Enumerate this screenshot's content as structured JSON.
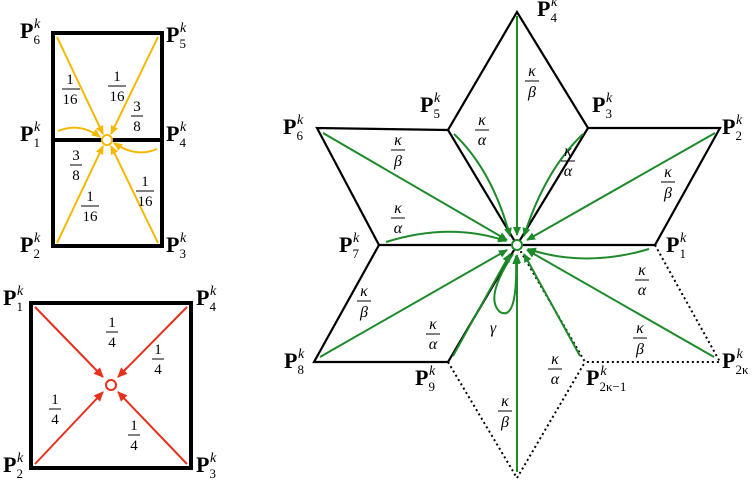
{
  "colors": {
    "outline": "#000000",
    "yellow_arrow": "#f5b800",
    "red_arrow": "#e8301c",
    "green_arrow": "#1e8a2a"
  },
  "panel_a": {
    "labels": {
      "p6": {
        "base": "P",
        "sub": "6",
        "sup": "k"
      },
      "p5": {
        "base": "P",
        "sub": "5",
        "sup": "k"
      },
      "p1": {
        "base": "P",
        "sub": "1",
        "sup": "k"
      },
      "p4": {
        "base": "P",
        "sub": "4",
        "sup": "k"
      },
      "p2": {
        "base": "P",
        "sub": "2",
        "sup": "k"
      },
      "p3": {
        "base": "P",
        "sub": "3",
        "sup": "k"
      }
    },
    "weights": {
      "w_tl": {
        "num": "1",
        "den": "16"
      },
      "w_tr": {
        "num": "1",
        "den": "16"
      },
      "w_r": {
        "num": "3",
        "den": "8"
      },
      "w_l": {
        "num": "3",
        "den": "8"
      },
      "w_bl": {
        "num": "1",
        "den": "16"
      },
      "w_br": {
        "num": "1",
        "den": "16"
      }
    }
  },
  "panel_b": {
    "labels": {
      "p1": {
        "base": "P",
        "sub": "1",
        "sup": "k"
      },
      "p4": {
        "base": "P",
        "sub": "4",
        "sup": "k"
      },
      "p2": {
        "base": "P",
        "sub": "2",
        "sup": "k"
      },
      "p3": {
        "base": "P",
        "sub": "3",
        "sup": "k"
      }
    },
    "weights": {
      "w_top": {
        "num": "1",
        "den": "4"
      },
      "w_right": {
        "num": "1",
        "den": "4"
      },
      "w_left": {
        "num": "1",
        "den": "4"
      },
      "w_bottom": {
        "num": "1",
        "den": "4"
      }
    }
  },
  "panel_c": {
    "labels": {
      "p4": {
        "base": "P",
        "sub": "4",
        "sup": "k"
      },
      "p5": {
        "base": "P",
        "sub": "5",
        "sup": "k"
      },
      "p3": {
        "base": "P",
        "sub": "3",
        "sup": "k"
      },
      "p6": {
        "base": "P",
        "sub": "6",
        "sup": "k"
      },
      "p2": {
        "base": "P",
        "sub": "2",
        "sup": "k"
      },
      "p7": {
        "base": "P",
        "sub": "7",
        "sup": "k"
      },
      "p1": {
        "base": "P",
        "sub": "1",
        "sup": "k"
      },
      "p8": {
        "base": "P",
        "sub": "8",
        "sup": "k"
      },
      "p9": {
        "base": "P",
        "sub": "9",
        "sup": "k"
      },
      "p2km1": {
        "base": "P",
        "sub": "2κ−1",
        "sup": "k"
      },
      "p2k": {
        "base": "P",
        "sub": "2κ",
        "sup": "k"
      }
    },
    "weights": {
      "top_beta": {
        "num": "κ",
        "den": "β"
      },
      "p5_alpha": {
        "num": "κ",
        "den": "α"
      },
      "p3_alpha": {
        "num": "κ",
        "den": "α"
      },
      "p6_beta": {
        "num": "κ",
        "den": "β"
      },
      "p2_beta": {
        "num": "κ",
        "den": "β"
      },
      "p7_alpha": {
        "num": "κ",
        "den": "α"
      },
      "p1_alpha": {
        "num": "κ",
        "den": "α"
      },
      "p8_beta": {
        "num": "κ",
        "den": "β"
      },
      "p2k_beta": {
        "num": "κ",
        "den": "β"
      },
      "p9_alpha": {
        "num": "κ",
        "den": "α"
      },
      "p2km1_alpha": {
        "num": "κ",
        "den": "α"
      },
      "bottom_beta": {
        "num": "κ",
        "den": "β"
      }
    },
    "gamma": "γ"
  }
}
